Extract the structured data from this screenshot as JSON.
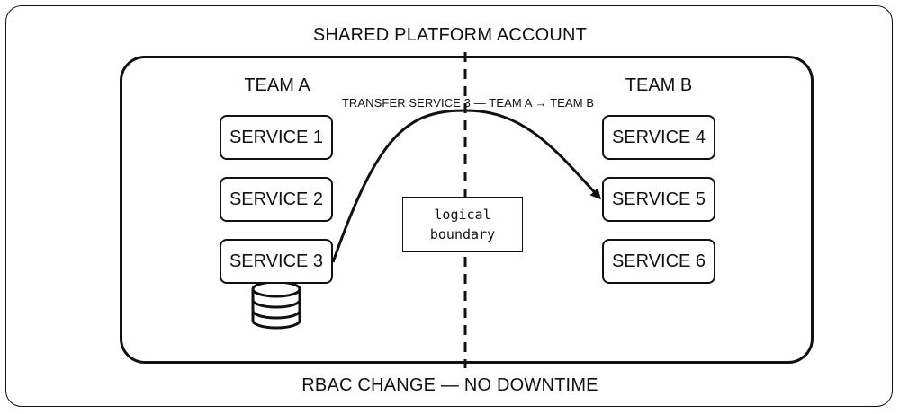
{
  "diagram": {
    "account_title": "SHARED PLATFORM ACCOUNT",
    "footer": "RBAC CHANGE — NO DOWNTIME",
    "boundary": {
      "line1": "logical",
      "line2": "boundary"
    },
    "transfer_label": "TRANSFER SERVICE 3 — TEAM A → TEAM B",
    "team_a": {
      "label": "TEAM A",
      "services": [
        "SERVICE 1",
        "SERVICE 2",
        "SERVICE 3"
      ]
    },
    "team_b": {
      "label": "TEAM B",
      "services": [
        "SERVICE 4",
        "SERVICE 5",
        "SERVICE 6"
      ]
    },
    "database_icon": "database-icon",
    "arrow_icon": "curved-arrow-icon"
  }
}
